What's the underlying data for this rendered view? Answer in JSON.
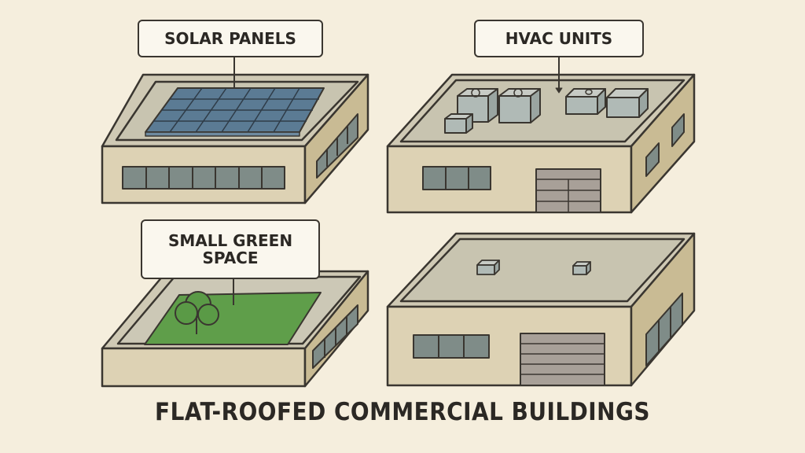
{
  "title": "FLAT-ROOFED COMMERCIAL BUILDINGS",
  "buildings": [
    {
      "id": "solar",
      "label": "SOLAR PANELS",
      "feature": "solar-panel-array"
    },
    {
      "id": "hvac",
      "label": "HVAC UNITS",
      "feature": "rooftop-hvac-units"
    },
    {
      "id": "green",
      "label": "SMALL GREEN\nSPACE",
      "label_line1": "SMALL GREEN",
      "label_line2": "SPACE",
      "feature": "green-roof"
    },
    {
      "id": "plain",
      "label": "",
      "feature": "plain-flat-roof"
    }
  ],
  "colors": {
    "background": "#f5eedd",
    "wall_front": "#ddd2b4",
    "wall_side": "#c9bb94",
    "roof": "#c8c4b0",
    "roof_inner": "#ccc8b6",
    "window": "#7f8c88",
    "outline": "#3a3630",
    "solar_panel": "#5b7b94",
    "green_space": "#5f9e4a",
    "garage_door": "#a8a098"
  }
}
